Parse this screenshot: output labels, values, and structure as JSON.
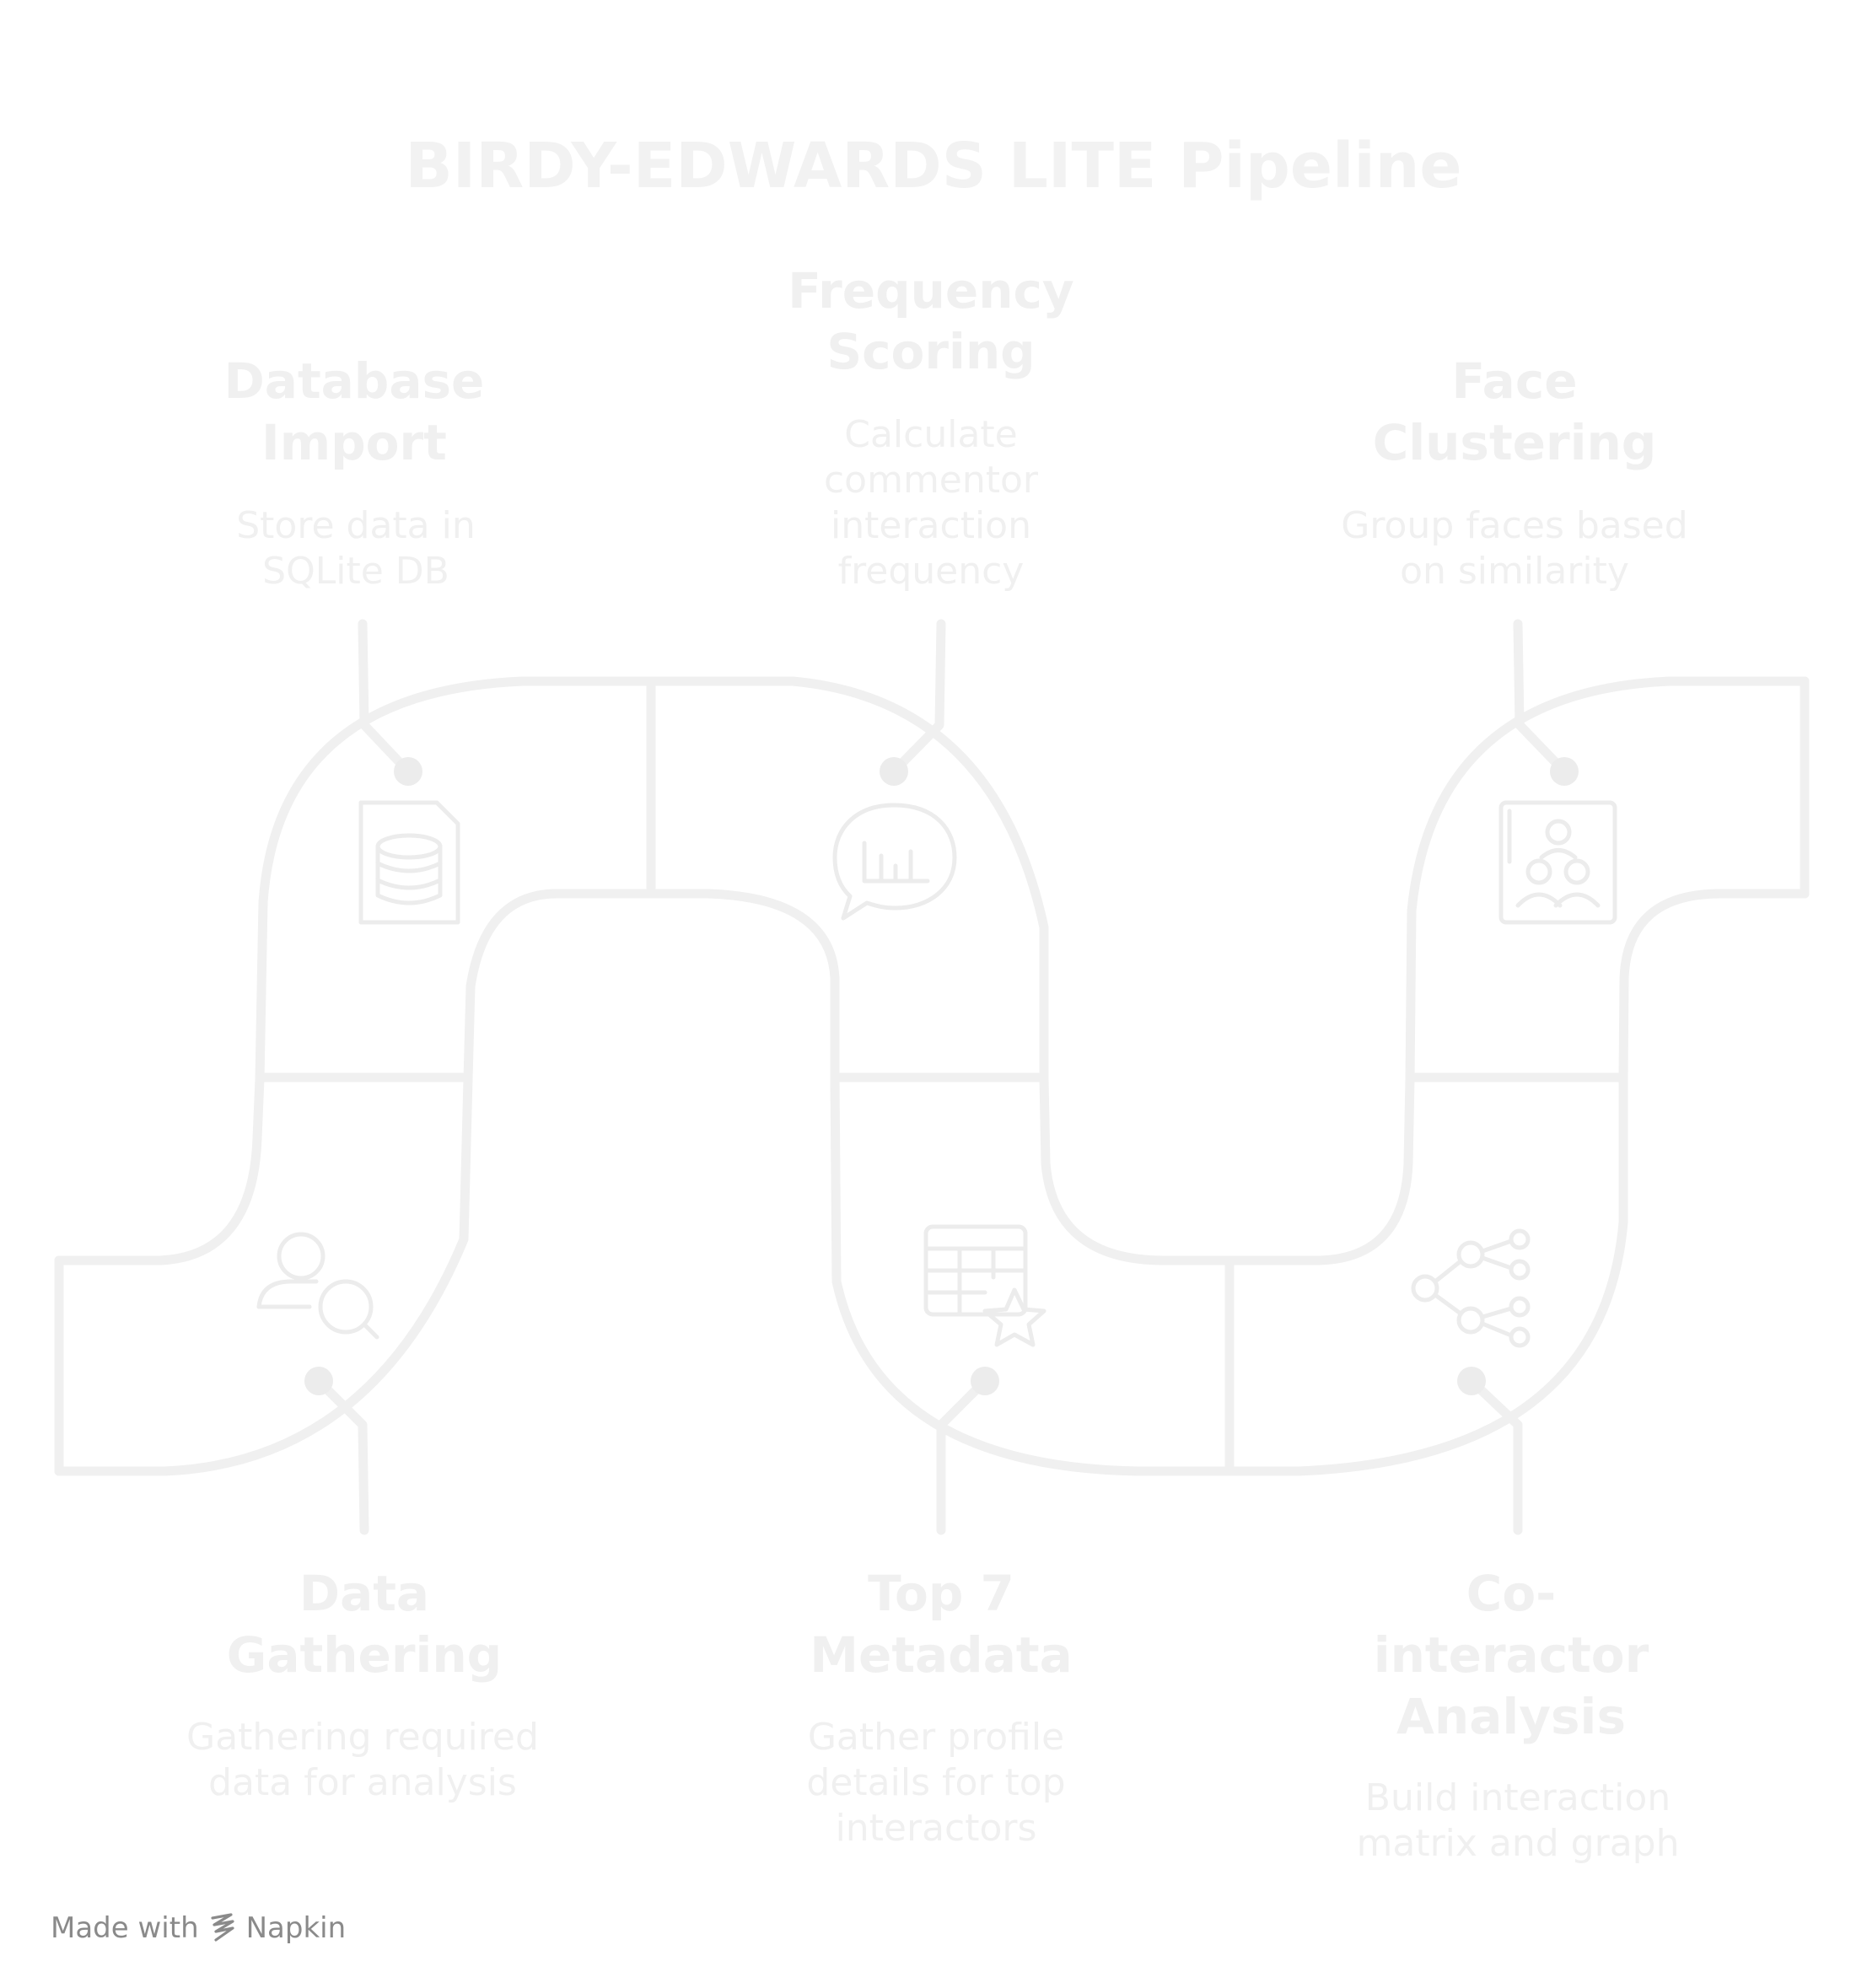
{
  "title": "BIRDY-EDWARDS LITE Pipeline",
  "steps": [
    {
      "id": "database-import",
      "title_lines": [
        "Database",
        "Import"
      ],
      "desc_lines": [
        "Store data in",
        "SQLite DB"
      ],
      "icon": "database-icon"
    },
    {
      "id": "frequency-scoring",
      "title_lines": [
        "Frequency",
        "Scoring"
      ],
      "desc_lines": [
        "Calculate",
        "commentor",
        "interaction",
        "frequency"
      ],
      "icon": "chart-bubble-icon"
    },
    {
      "id": "face-clustering",
      "title_lines": [
        "Face",
        "Clustering"
      ],
      "desc_lines": [
        "Group faces based",
        "on similarity"
      ],
      "icon": "people-group-icon"
    },
    {
      "id": "data-gathering",
      "title_lines": [
        "Data",
        "Gathering"
      ],
      "desc_lines": [
        "Gathering required",
        "data for analysis"
      ],
      "icon": "user-search-icon"
    },
    {
      "id": "top-7-metadata",
      "title_lines": [
        "Top 7",
        "Metadata"
      ],
      "desc_lines": [
        "Gather profile",
        "details for top",
        "interactors"
      ],
      "icon": "table-star-icon"
    },
    {
      "id": "co-interactor-analysis",
      "title_lines": [
        "Co-",
        "interactor",
        "Analysis"
      ],
      "desc_lines": [
        "Build interaction",
        "matrix and graph"
      ],
      "icon": "network-icon"
    }
  ],
  "footer": {
    "made_with": "Made with",
    "brand": "Napkin"
  }
}
